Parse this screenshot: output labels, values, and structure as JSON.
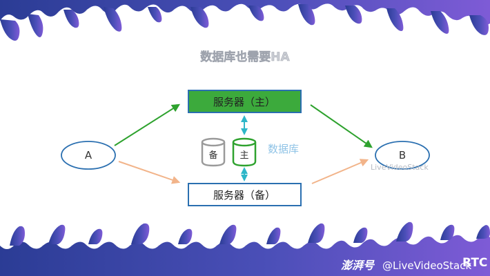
{
  "title": "数据库也需要HA",
  "nodes": {
    "a": "A",
    "b": "B"
  },
  "servers": {
    "primary": "服务器（主）",
    "backup": "服务器（备）"
  },
  "databases": {
    "backup": "备",
    "primary": "主",
    "label": "数据库"
  },
  "watermark": "LiveVideoStack",
  "footer": {
    "logo_text": "澎湃号",
    "handle": "@LiveVideoStack",
    "brand": "RTC"
  },
  "colors": {
    "primary_box_fill": "#3caa3c",
    "primary_box_border": "#2a6fb0",
    "backup_box_border": "#2a6fb0",
    "green_arrow": "#2ea22e",
    "orange_arrow": "#f2b48a",
    "sync_arrow": "#2eb6c8",
    "banner_start": "#2b3c95",
    "banner_end": "#7e5bd6"
  }
}
